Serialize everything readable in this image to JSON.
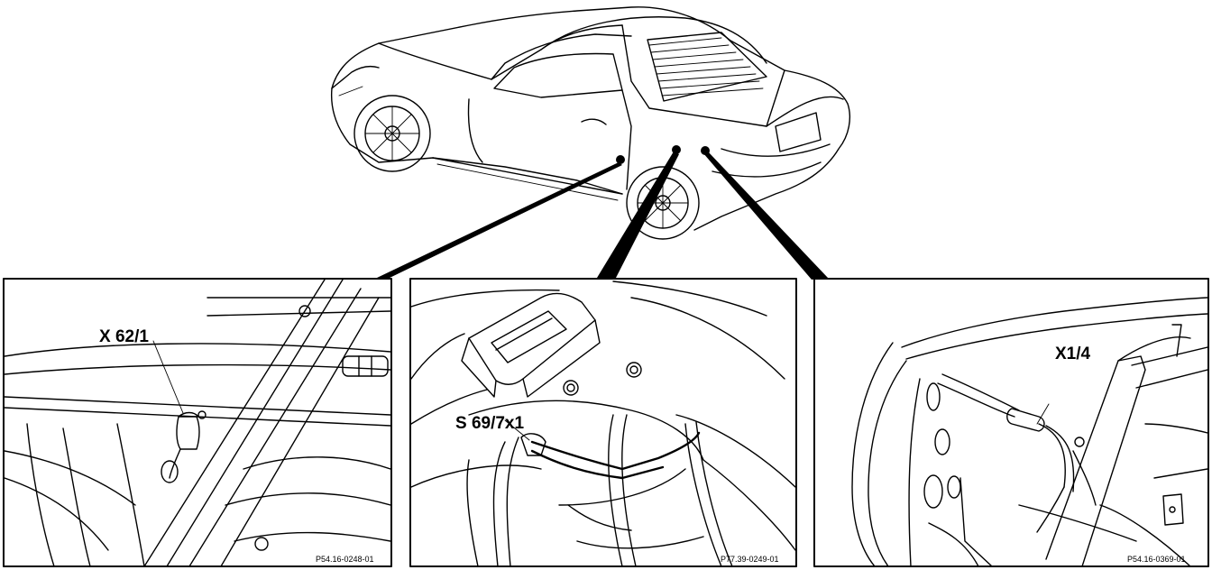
{
  "panels": [
    {
      "id": "left",
      "callout": "X 62/1",
      "figure_ref": "P54.16-0248-01"
    },
    {
      "id": "middle",
      "callout": "S 69/7x1",
      "figure_ref": "P77.39-0249-01"
    },
    {
      "id": "right",
      "callout": "X1/4",
      "figure_ref": "P54.16-0369-01"
    }
  ]
}
